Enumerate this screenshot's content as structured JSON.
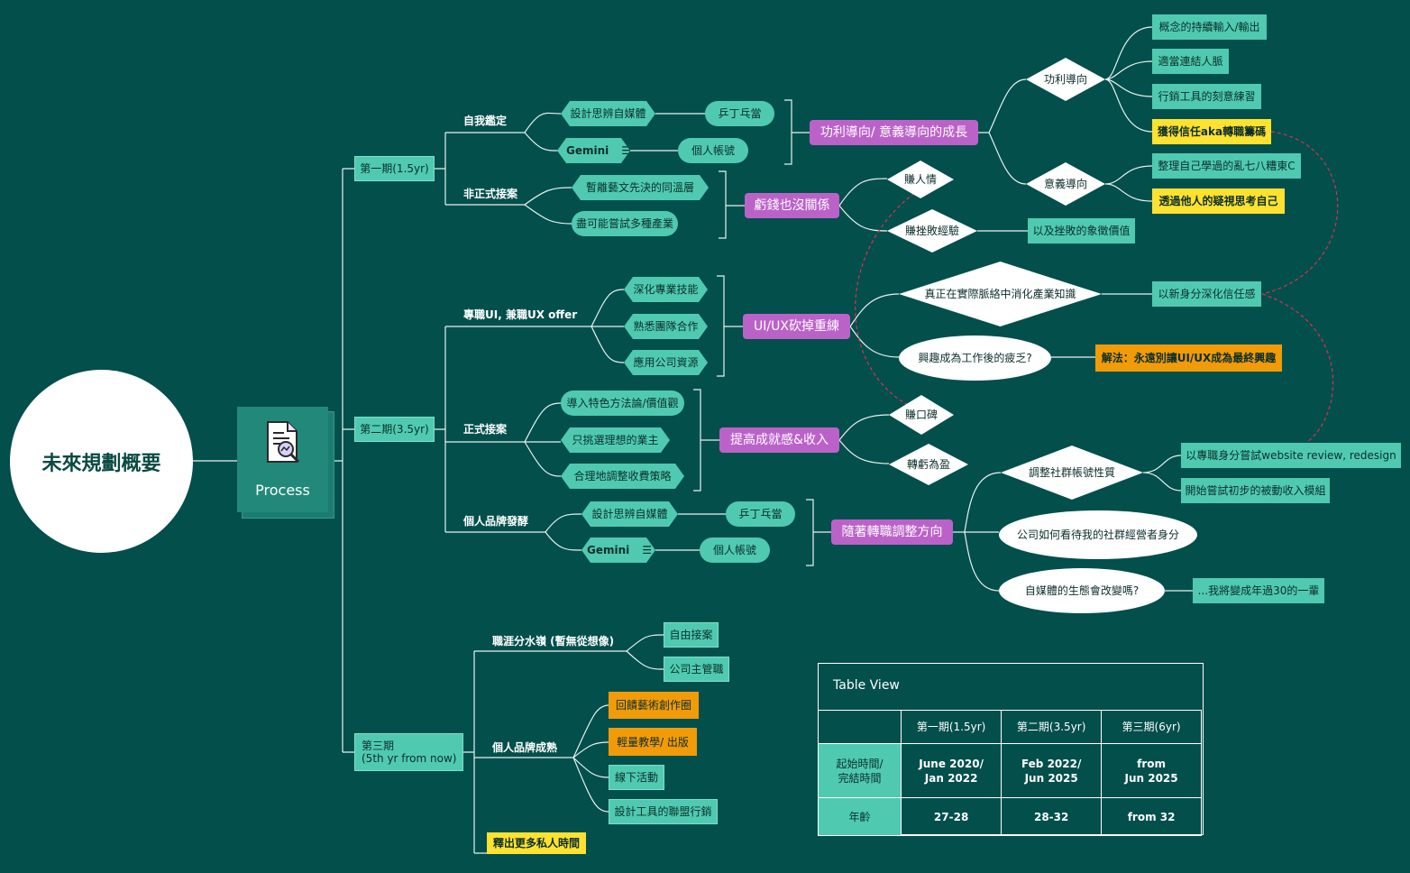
{
  "root": {
    "title": "未來規劃概要"
  },
  "process": {
    "label": "Process",
    "icon": "document-analytics-icon"
  },
  "phases": {
    "p1": "第一期(1.5yr)",
    "p2": "第二期(3.5yr)",
    "p3": "第三期\n(5th yr from now)"
  },
  "p1": {
    "self": {
      "label": "自我鑑定",
      "design": "設計思辨自媒體",
      "pingpong": "乒丁乓當",
      "gemini": "Gemini",
      "personal": "個人帳號"
    },
    "informal": {
      "label": "非正式接案",
      "leave": "暫離藝文先決的同溫層",
      "try": "盡可能嘗試多種產業"
    },
    "purple_utility": "功利導向/ 意義導向的成長",
    "utility": {
      "label": "功利導向",
      "items": [
        "概念的持續輸入/輸出",
        "適當連結人脈",
        "行銷工具的刻意練習",
        "獲得信任aka轉職籌碼"
      ]
    },
    "meaning": {
      "label": "意義導向",
      "items": [
        "整理自己學過的亂七八糟東C",
        "透過他人的疑視思考自己"
      ]
    },
    "purple_loss": "虧錢也沒關係",
    "loss": {
      "favor": "賺人情",
      "fail": "賺挫敗經驗",
      "fail_value": "以及挫敗的象徵價值"
    }
  },
  "p2": {
    "uiux": {
      "label": "專職UI, 兼職UX offer",
      "items": [
        "深化專業技能",
        "熟悉團隊合作",
        "應用公司資源"
      ]
    },
    "formal": {
      "label": "正式接案",
      "items": [
        "導入特色方法論/價值觀",
        "只挑選理想的業主",
        "合理地調整收費策略"
      ]
    },
    "brand": {
      "label": "個人品牌發酵",
      "design": "設計思辨自媒體",
      "pingpong": "乒丁乓當",
      "gemini": "Gemini",
      "personal": "個人帳號"
    },
    "purple_uiux": "UI/UX砍掉重練",
    "digest": "真正在實際脈絡中消化產業知識",
    "trust": "以新身分深化信任感",
    "tired": "興趣成為工作後的疲乏?",
    "solution": "解法：永遠別讓UI/UX成為最終興趣",
    "purple_achieve": "提高成就感&收入",
    "reputation": "賺口碑",
    "turn": "轉虧為盈",
    "purple_adjust": "隨著轉職調整方向",
    "social": "調整社群帳號性質",
    "review": "以專職身分嘗試website review, redesign",
    "passive": "開始嘗試初步的被動收入模組",
    "company_view": "公司如何看待我的社群經營者身分",
    "ecology": "自媒體的生態會改變嗎?",
    "thirty": "...我將變成年過30的一輩"
  },
  "p3": {
    "fork": {
      "label": "職涯分水嶺 (暫無從想像)",
      "items": [
        "自由接案",
        "公司主管職"
      ]
    },
    "brand": {
      "label": "個人品牌成熟",
      "items": [
        "回饋藝術創作圈",
        "輕量教學/ 出版",
        "線下活動",
        "設計工具的聯盟行銷"
      ]
    },
    "free_time": "釋出更多私人時間"
  },
  "table": {
    "title": "Table View",
    "headers": [
      "",
      "第一期(1.5yr)",
      "第二期(3.5yr)",
      "第三期(6yr)"
    ],
    "row1_label": "起始時間/\n完結時間",
    "row1": [
      "June 2020/\nJan 2022",
      "Feb 2022/\nJun 2025",
      "from\nJun 2025"
    ],
    "row2_label": "年齡",
    "row2": [
      "27-28",
      "28-32",
      "from 32"
    ]
  },
  "colors": {
    "background": "#024f4c",
    "teal": "#4fcab1",
    "purple": "#bb62c9",
    "yellow": "#ffe230",
    "orange": "#f19b09",
    "relation_line": "#d6334f"
  }
}
